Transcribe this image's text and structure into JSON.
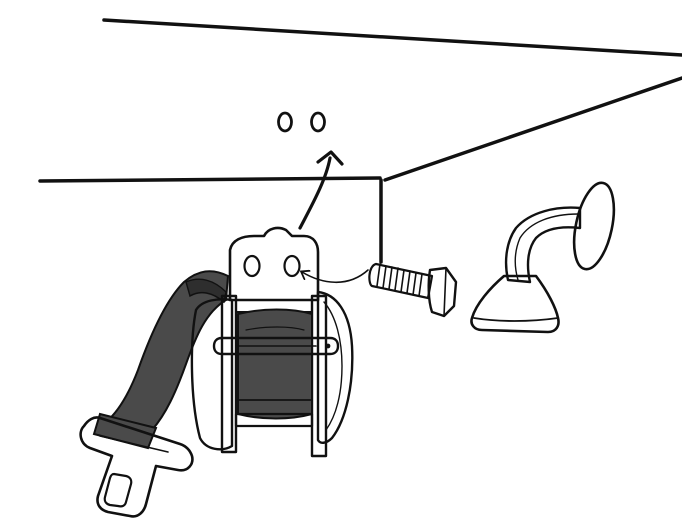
{
  "illustration": {
    "kind": "assembly-instruction-drawing",
    "background_color": "#ffffff",
    "ink_color": "#111111",
    "webbing_color": "#4a4a4a",
    "webbing_shadow_color": "#2e2e2e",
    "parts": [
      "mounting-surface",
      "mounting-holes",
      "seat-belt-retractor",
      "mounting-bolt",
      "suction-cup-mount",
      "belt-webbing",
      "latch-plate"
    ],
    "arrows": [
      "bolt-to-bracket-arrow",
      "bracket-to-holes-arrow"
    ]
  }
}
